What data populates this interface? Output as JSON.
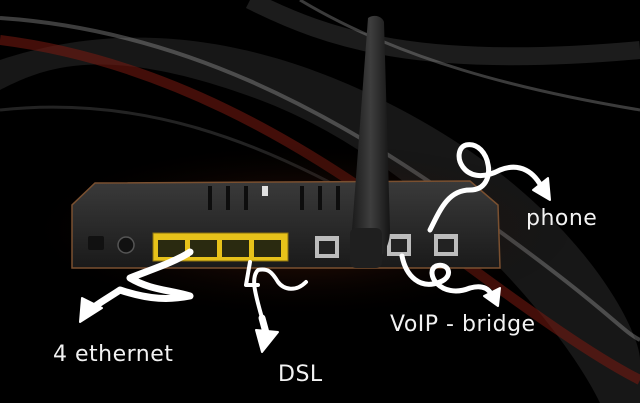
{
  "labels": {
    "ethernet": "4 ethernet",
    "dsl": "DSL",
    "phone": "phone",
    "voip": "VoIP - bridge"
  },
  "colors": {
    "background": "#000000",
    "router_body": "#2a2a2a",
    "ethernet_ports": "#e7c21a",
    "swoosh_red": "#8a1a10",
    "arrow_white": "#ffffff",
    "label_text": "#f2f2f2"
  }
}
